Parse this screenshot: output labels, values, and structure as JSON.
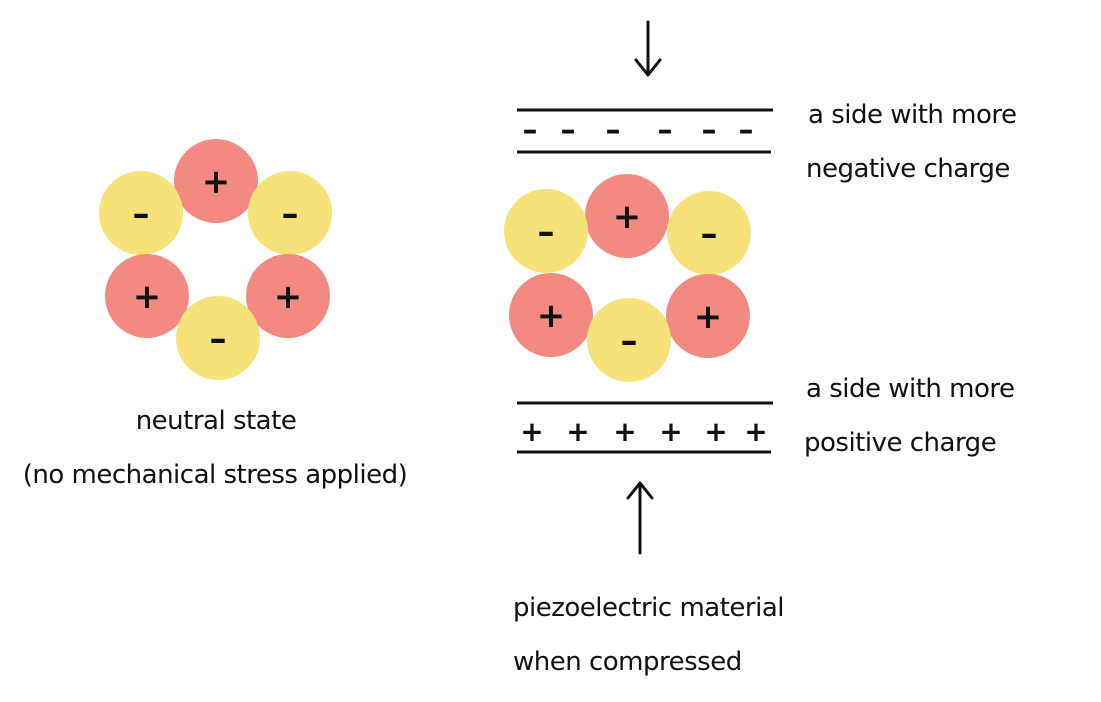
{
  "colors": {
    "positive_ion": "#f28a82",
    "negative_ion": "#f7e27a",
    "ink": "#111111",
    "background": "#ffffff"
  },
  "symbols": {
    "positive": "+",
    "negative": "-"
  },
  "neutral": {
    "caption_line1": "neutral state",
    "caption_line2": "(no mechanical stress applied)",
    "ions": [
      "+",
      "-",
      "-",
      "+",
      "+",
      "-"
    ]
  },
  "compressed": {
    "top_label_line1": "a side with more",
    "top_label_line2": "negative charge",
    "bottom_label_line1": "a side with more",
    "bottom_label_line2": "positive charge",
    "caption_line1": "piezoelectric material",
    "caption_line2": "when compressed",
    "ions": [
      "+",
      "-",
      "-",
      "+",
      "+",
      "-"
    ],
    "top_plate_charges": [
      "-",
      "-",
      "-",
      "-",
      "-",
      "-"
    ],
    "bottom_plate_charges": [
      "+",
      "+",
      "+",
      "+",
      "+",
      "+"
    ]
  }
}
